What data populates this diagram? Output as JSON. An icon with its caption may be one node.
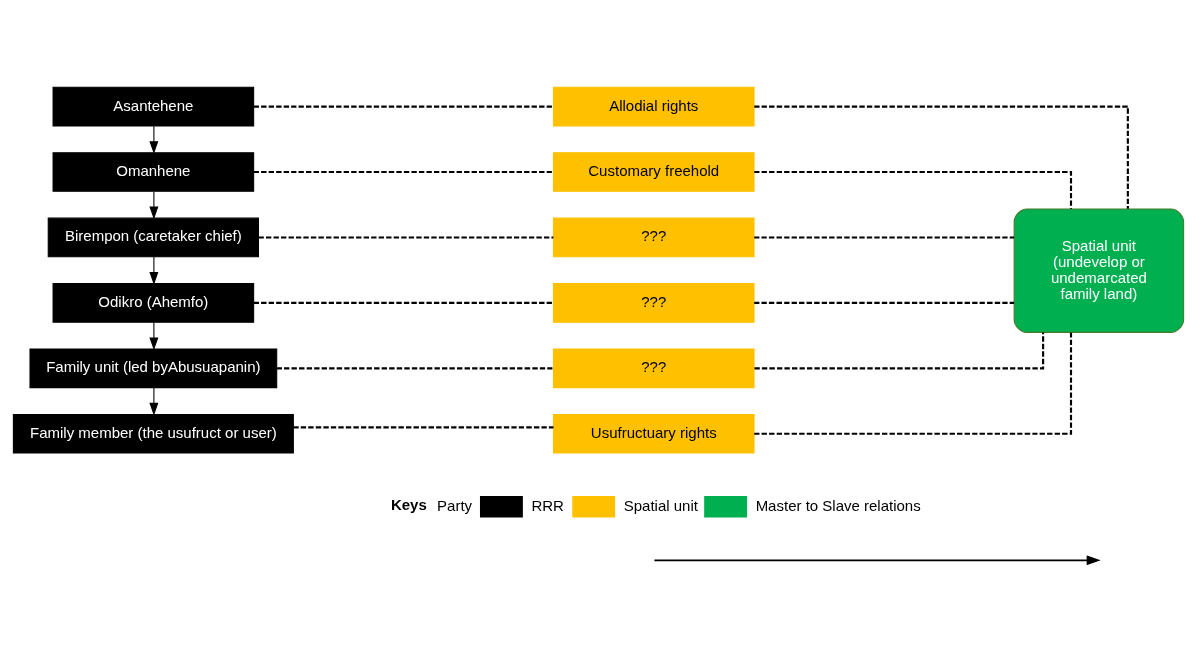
{
  "diagram": {
    "nodes": [
      {
        "text": [
          "Asantehene"
        ]
      },
      {
        "text": [
          "Omanhene"
        ]
      },
      {
        "text": [
          "Birempon (caretaker chief)"
        ]
      },
      {
        "text": [
          "Odikro (Ahemfo)"
        ]
      },
      {
        "text": [
          "Family unit (led byAbusuapanin)"
        ]
      },
      {
        "text": [
          "Family member (the usufruct or user)"
        ]
      },
      {
        "text": [
          "Allodial rights"
        ]
      },
      {
        "text": [
          "Customary freehold"
        ]
      },
      {
        "text": [
          "???"
        ]
      },
      {
        "text": [
          "???"
        ]
      },
      {
        "text": [
          "???"
        ]
      },
      {
        "text": [
          "Usufructuary rights"
        ]
      },
      {
        "text": [
          "Spatial unit (undevelop or undemarcated family land)"
        ]
      }
    ],
    "edges": [
      {
        "from": 0,
        "to": 1,
        "arrow": "to"
      },
      {
        "from": 1,
        "to": 2,
        "arrow": "to"
      },
      {
        "from": 2,
        "to": 3,
        "arrow": "to"
      },
      {
        "from": 3,
        "to": 4,
        "arrow": "to"
      },
      {
        "from": 4,
        "to": 5,
        "arrow": "to"
      },
      {
        "from": 0,
        "to": 6,
        "arrow": "none",
        "style": "dashed"
      },
      {
        "from": 6,
        "to": 12,
        "arrow": "none",
        "style": "dashed"
      },
      {
        "from": 1,
        "to": 7,
        "arrow": "none",
        "style": "dashed"
      },
      {
        "from": 7,
        "to": 12,
        "arrow": "none",
        "style": "dashed"
      },
      {
        "from": 2,
        "to": 8,
        "arrow": "none",
        "style": "dashed"
      },
      {
        "from": 8,
        "to": 12,
        "arrow": "none",
        "style": "dashed"
      },
      {
        "from": 3,
        "to": 9,
        "arrow": "none",
        "style": "dashed"
      },
      {
        "from": 9,
        "to": 12,
        "arrow": "none",
        "style": "dashed"
      },
      {
        "from": 4,
        "to": 10,
        "arrow": "none",
        "style": "dashed"
      },
      {
        "from": 10,
        "to": 12,
        "arrow": "none",
        "style": "dashed"
      },
      {
        "from": 5,
        "to": 11,
        "arrow": "none",
        "style": "dashed"
      },
      {
        "from": 11,
        "to": 12,
        "arrow": "none",
        "style": "dashed"
      }
    ],
    "labels": [
      "Keys"
    ],
    "legend": [
      {
        "text": "Party",
        "color": "#000000"
      },
      {
        "text": "RRR",
        "color": "#ffc000"
      },
      {
        "text": "Spatial unit",
        "color": "#00b050"
      },
      {
        "text": "Master to Slave relations"
      }
    ]
  }
}
